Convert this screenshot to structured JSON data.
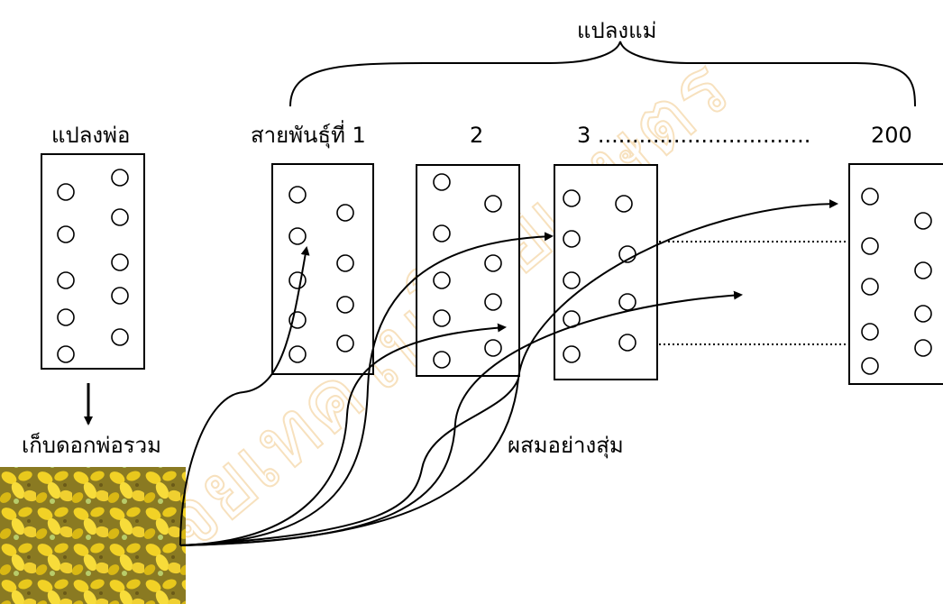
{
  "labels": {
    "mother_plot": "แปลงแม่",
    "father_plot": "แปลงพ่อ",
    "line_1": "สายพันธุ์ที่ 1",
    "line_2": "2",
    "line_3": "3 ...............................",
    "line_200": "200",
    "collect_pollen": "เก็บดอกพ่อรวม",
    "random_mating": "ผสมอย่างสุ่ม"
  },
  "watermark": "วิจัยเทคโนโลยีเกษตร",
  "pollen_photo": "yellow flower pile",
  "colors": {
    "line": "#000000",
    "watermark": "#f1c98a",
    "flower_yellow": "#e6c21a",
    "flower_dark": "#7a6a1a"
  }
}
